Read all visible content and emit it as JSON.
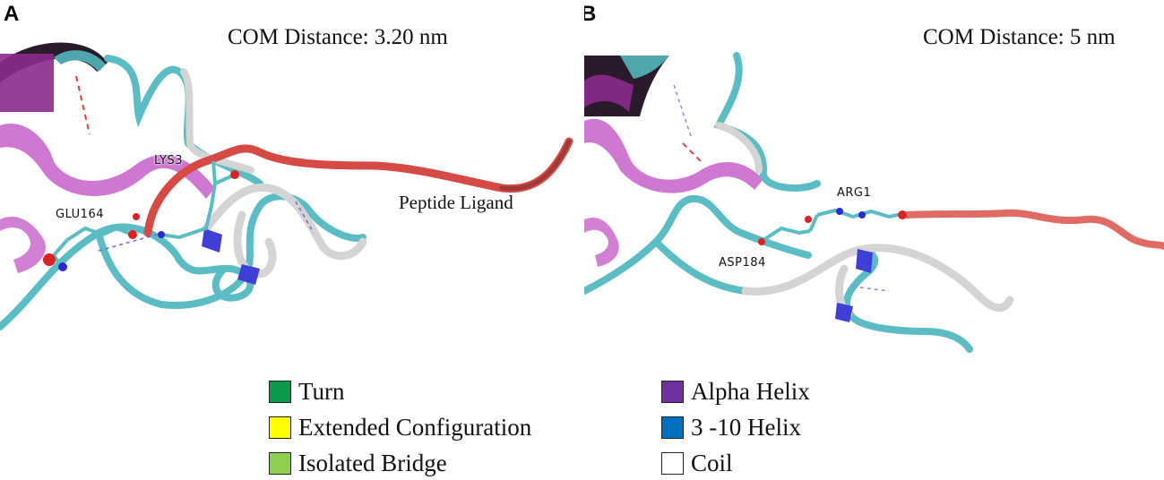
{
  "panel_a": {
    "letter": "A",
    "com_distance": "COM Distance: 3.20 nm",
    "residues": [
      "GLU164",
      "LYS3"
    ],
    "ligand_label": "Peptide Ligand"
  },
  "panel_b": {
    "letter": "B",
    "com_distance": "COM Distance: 5 nm",
    "residues": [
      "ARG1",
      "ASP184"
    ]
  },
  "legend": {
    "left": [
      {
        "label": "Turn",
        "color": "#0a9b4f"
      },
      {
        "label": "Extended Configuration",
        "color": "#fffd00"
      },
      {
        "label": "Isolated Bridge",
        "color": "#8fd14f"
      }
    ],
    "right": [
      {
        "label": "Alpha Helix",
        "color": "#7030a0"
      },
      {
        "label": "3 -10 Helix",
        "color": "#0070c0"
      },
      {
        "label": "Coil",
        "color": "#ffffff"
      }
    ]
  },
  "colors": {
    "helix": "#c760c9",
    "helix_dark": "#6a1b6c",
    "turn_ribbon": "#5bbdc3",
    "coil_ribbon": "#d4d4d4",
    "helix310_ribbon": "#3f3fd8",
    "ligand": "#d64a46"
  }
}
